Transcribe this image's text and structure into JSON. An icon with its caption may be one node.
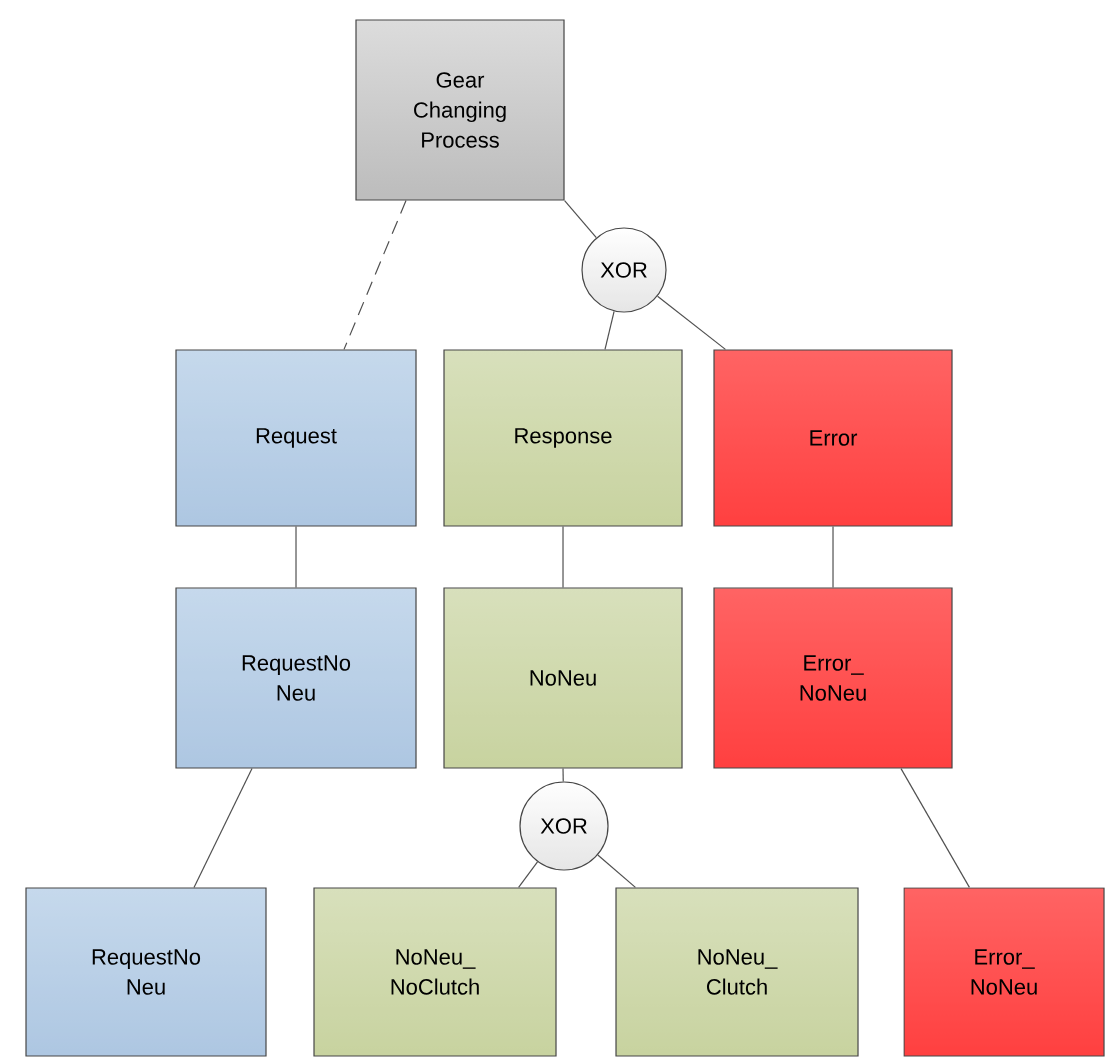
{
  "diagram": {
    "nodes": [
      {
        "text": [
          "Gear Changing Process"
        ]
      },
      {
        "text": [
          "XOR"
        ]
      },
      {
        "text": [
          "Request"
        ]
      },
      {
        "text": [
          "Response"
        ]
      },
      {
        "text": [
          "Error"
        ]
      },
      {
        "text": [
          "RequestNo Neu"
        ]
      },
      {
        "text": [
          "NoNeu"
        ]
      },
      {
        "text": [
          "Error_ NoNeu"
        ]
      },
      {
        "text": [
          "XOR"
        ]
      },
      {
        "text": [
          "RequestNo Neu"
        ]
      },
      {
        "text": [
          "NoNeu_ NoClutch"
        ]
      },
      {
        "text": [
          "NoNeu_ Clutch"
        ]
      },
      {
        "text": [
          "Error_ NoNeu"
        ]
      }
    ],
    "edges": [
      {
        "from": 0,
        "to": 2,
        "arrow": "none",
        "style": "dashed"
      },
      {
        "from": 0,
        "to": 1,
        "arrow": "none"
      },
      {
        "from": 1,
        "to": 3,
        "arrow": "none"
      },
      {
        "from": 1,
        "to": 4,
        "arrow": "none"
      },
      {
        "from": 2,
        "to": 5,
        "arrow": "none"
      },
      {
        "from": 3,
        "to": 6,
        "arrow": "none"
      },
      {
        "from": 4,
        "to": 7,
        "arrow": "none"
      },
      {
        "from": 5,
        "to": 9,
        "arrow": "none"
      },
      {
        "from": 6,
        "to": 8,
        "arrow": "none"
      },
      {
        "from": 8,
        "to": 10,
        "arrow": "none"
      },
      {
        "from": 8,
        "to": 11,
        "arrow": "none"
      },
      {
        "from": 7,
        "to": 12,
        "arrow": "none"
      }
    ]
  }
}
